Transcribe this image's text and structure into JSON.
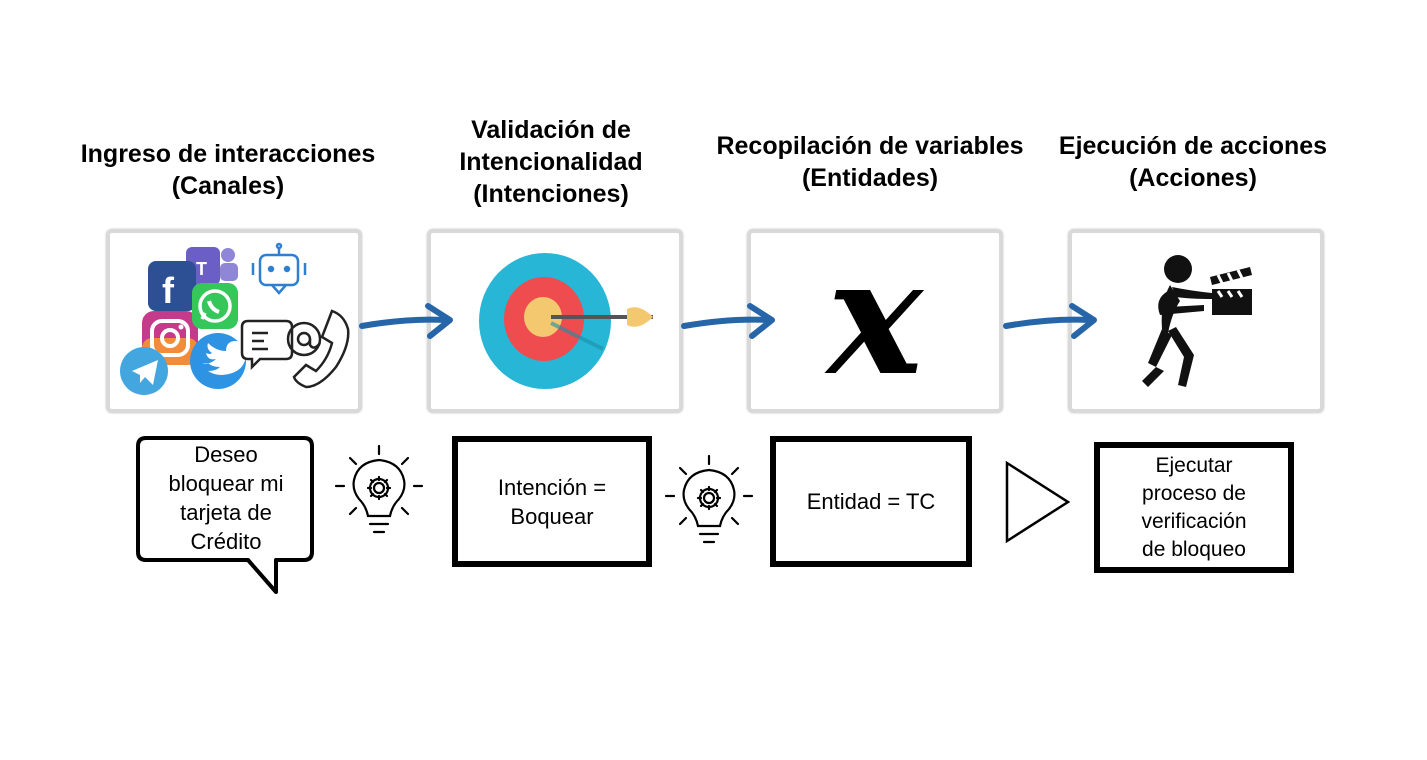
{
  "stages": [
    {
      "title": "Ingreso de interacciones\n(Canales)",
      "icon": "channels-icon"
    },
    {
      "title": "Validación de\nIntencionalidad\n(Intenciones)",
      "icon": "target-icon"
    },
    {
      "title": "Recopilación de variables\n(Entidades)",
      "icon": "variable-x-icon"
    },
    {
      "title": "Ejecución de acciones\n(Acciones)",
      "icon": "person-clapperboard-icon"
    }
  ],
  "examples": {
    "utterance": "Deseo\nbloquear mi\ntarjeta de\nCrédito",
    "intent": "Intención =\nBoquear",
    "entity": "Entidad = TC",
    "action": "Ejecutar\nproceso de\nverificación\nde bloqueo"
  },
  "channel_icons": [
    "facebook-icon",
    "teams-icon",
    "bot-icon",
    "whatsapp-icon",
    "instagram-icon",
    "email-icon",
    "phone-icon",
    "telegram-icon",
    "twitter-icon"
  ],
  "colors": {
    "flow_arrow": "#2666a8",
    "card_border": "#d9d9d9",
    "target_outer": "#27b6d6",
    "target_mid": "#ef4c4f",
    "target_center": "#f3c86e"
  }
}
